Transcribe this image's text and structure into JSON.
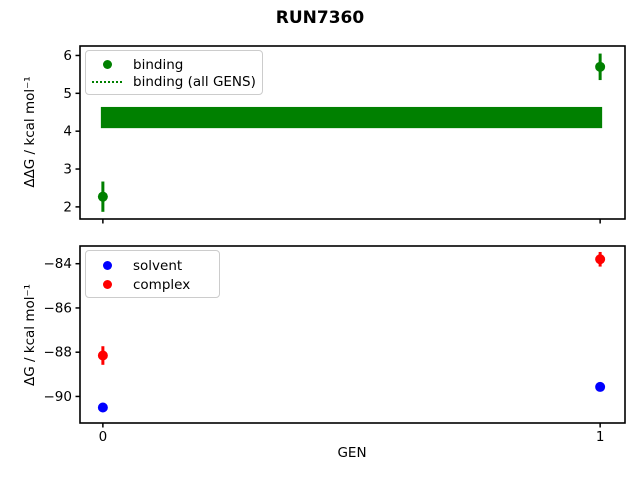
{
  "figure": {
    "background": "#ffffff"
  },
  "chart_data": [
    {
      "type": "scatter",
      "name": "binding-panel",
      "title": "RUN7360",
      "ylabel": "ΔΔG / kcal mol⁻¹",
      "xlabel": "",
      "xlim": [
        -0.046,
        1.05
      ],
      "ylim": [
        1.68,
        6.25
      ],
      "yticks": [
        2,
        3,
        4,
        5,
        6
      ],
      "xticks": [
        0,
        1
      ],
      "xtick_labels_visible": false,
      "grid": false,
      "band": {
        "name": "binding (all GENS)",
        "x": [
          0,
          1
        ],
        "y_lo": 4.08,
        "y_hi": 4.64,
        "color": "#008000"
      },
      "series": [
        {
          "name": "binding",
          "color": "#008000",
          "marker": "dot",
          "x": [
            0,
            1
          ],
          "y": [
            2.27,
            5.7
          ],
          "yerr": [
            0.4,
            0.35
          ]
        }
      ],
      "legend_position": "upper left",
      "legend": [
        {
          "label": "binding",
          "marker": "dot",
          "color": "#008000"
        },
        {
          "label": "binding (all GENS)",
          "marker": "dotted-line",
          "color": "#008000"
        }
      ]
    },
    {
      "type": "scatter",
      "name": "dg-panel",
      "title": "",
      "ylabel": "ΔG / kcal mol⁻¹",
      "xlabel": "GEN",
      "xlim": [
        -0.046,
        1.05
      ],
      "ylim": [
        -91.2,
        -83.2
      ],
      "yticks": [
        -84,
        -86,
        -88,
        -90
      ],
      "xticks": [
        0,
        1
      ],
      "xtick_labels_visible": true,
      "grid": false,
      "series": [
        {
          "name": "solvent",
          "color": "#0000ff",
          "marker": "dot",
          "x": [
            0,
            1
          ],
          "y": [
            -90.5,
            -89.57
          ],
          "yerr": [
            0.2,
            0.15
          ]
        },
        {
          "name": "complex",
          "color": "#ff0000",
          "marker": "dot",
          "x": [
            0,
            1
          ],
          "y": [
            -88.15,
            -83.8
          ],
          "yerr": [
            0.42,
            0.33
          ]
        }
      ],
      "legend_position": "upper left",
      "legend": [
        {
          "label": "solvent",
          "marker": "dot",
          "color": "#0000ff"
        },
        {
          "label": "complex",
          "marker": "dot",
          "color": "#ff0000"
        }
      ]
    }
  ]
}
